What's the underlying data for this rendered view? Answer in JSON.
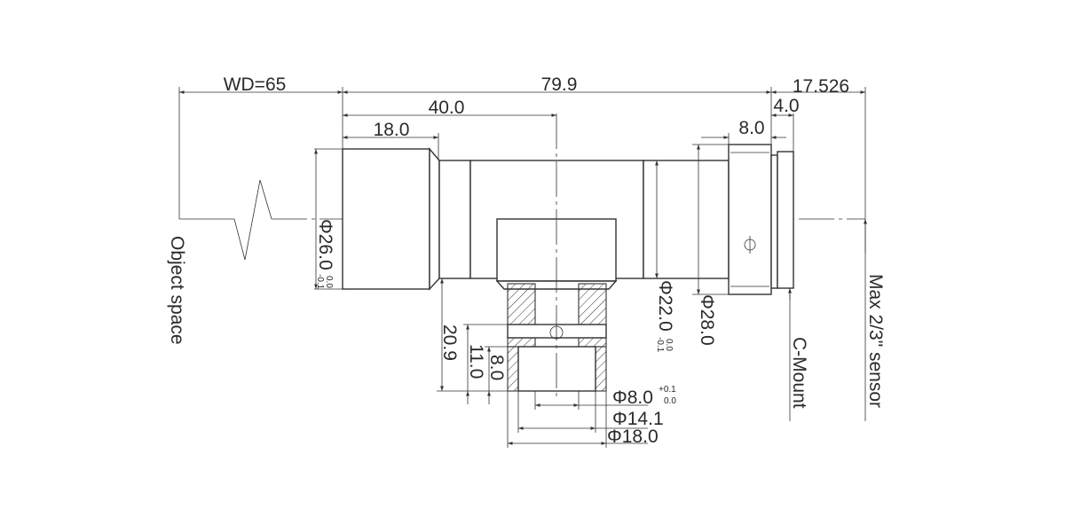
{
  "dimensions": {
    "wd": "WD=65",
    "total_length": "79.9",
    "to_port": "40.0",
    "front_barrel": "18.0",
    "back_focal": "17.526",
    "flange": "4.0",
    "mount_ring": "8.0",
    "port_offset": "20.9",
    "port_depth_outer": "11.0",
    "port_depth_inner": "8.0",
    "port_bore_dia": "Φ8.0",
    "port_bore_tol_upper": "+0.1",
    "port_bore_tol_lower": "0.0",
    "port_mid_dia": "Φ14.1",
    "port_outer_dia": "Φ18.0",
    "front_dia": "Φ26.0",
    "front_dia_tol_upper": "0.0",
    "front_dia_tol_lower": "-0.1",
    "tube_dia": "Φ22.0",
    "tube_dia_tol_upper": "0.0",
    "tube_dia_tol_lower": "-0.1",
    "mount_dia": "Φ28.0"
  },
  "labels": {
    "object_space": "Object space",
    "c_mount": "C-Mount",
    "sensor": "Max 2/3\" sensor"
  },
  "colors": {
    "line": "#333333",
    "text": "#2a2a2a",
    "background": "#ffffff"
  }
}
